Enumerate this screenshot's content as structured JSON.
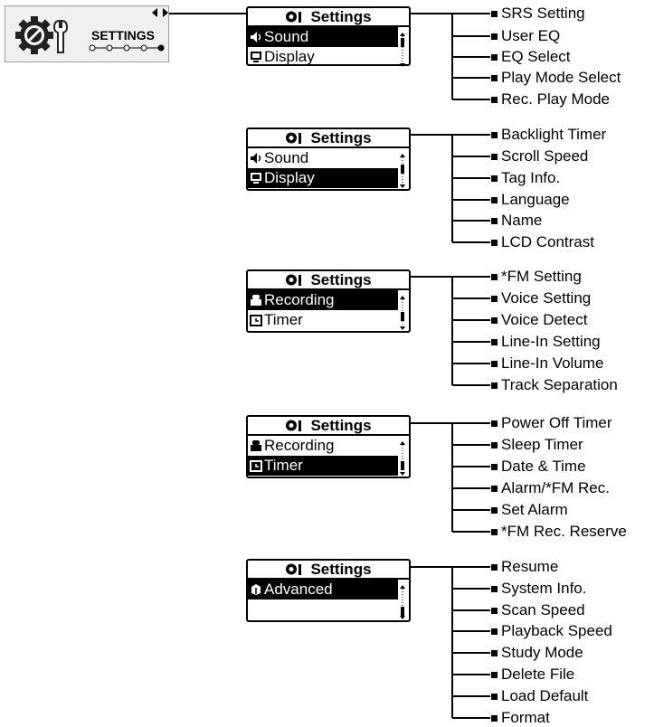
{
  "main": {
    "title": "SETTINGS"
  },
  "menus": [
    {
      "title": "Settings",
      "rows": [
        {
          "label": "Sound",
          "icon": "speaker-icon",
          "selected": true
        },
        {
          "label": "Display",
          "icon": "display-icon",
          "selected": false
        }
      ],
      "options": [
        "SRS Setting",
        "User EQ",
        "EQ Select",
        "Play Mode Select",
        "Rec. Play Mode"
      ]
    },
    {
      "title": "Settings",
      "rows": [
        {
          "label": "Sound",
          "icon": "speaker-icon",
          "selected": false
        },
        {
          "label": "Display",
          "icon": "display-icon",
          "selected": true
        }
      ],
      "options": [
        "Backlight Timer",
        "Scroll Speed",
        "Tag Info.",
        "Language",
        "Name",
        "LCD Contrast"
      ]
    },
    {
      "title": "Settings",
      "rows": [
        {
          "label": "Recording",
          "icon": "recording-icon",
          "selected": true
        },
        {
          "label": "Timer",
          "icon": "timer-icon",
          "selected": false
        }
      ],
      "options": [
        "*FM Setting",
        "Voice Setting",
        "Voice Detect",
        "Line-In Setting",
        "Line-In Volume",
        "Track Separation"
      ]
    },
    {
      "title": "Settings",
      "rows": [
        {
          "label": "Recording",
          "icon": "recording-icon",
          "selected": false
        },
        {
          "label": "Timer",
          "icon": "timer-icon",
          "selected": true
        }
      ],
      "options": [
        "Power Off Timer",
        "Sleep Timer",
        "Date & Time",
        "Alarm/*FM Rec.",
        "Set Alarm",
        "*FM Rec. Reserve"
      ]
    },
    {
      "title": "Settings",
      "rows": [
        {
          "label": "Advanced",
          "icon": "advanced-icon",
          "selected": true
        }
      ],
      "options": [
        "Resume",
        "System Info.",
        "Scan Speed",
        "Playback Speed",
        "Study Mode",
        "Delete File",
        "Load Default",
        "Format"
      ]
    }
  ]
}
